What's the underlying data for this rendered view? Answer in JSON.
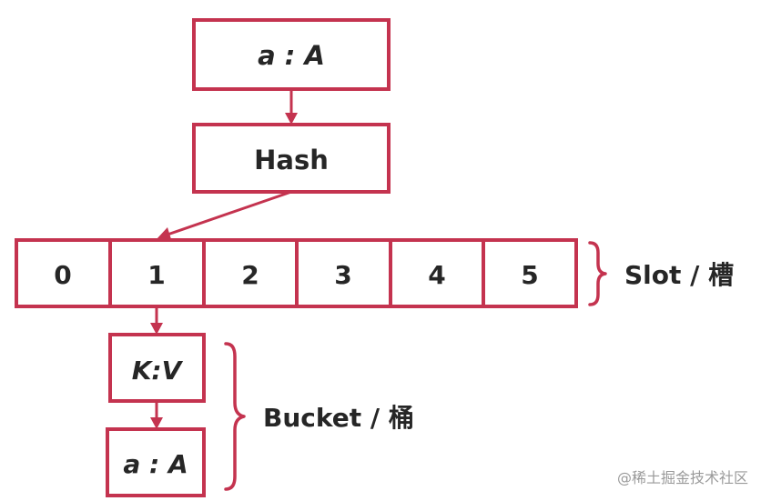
{
  "input_node": {
    "label": "a : A"
  },
  "hash_node": {
    "label": "Hash"
  },
  "slots": {
    "cells": [
      "0",
      "1",
      "2",
      "3",
      "4",
      "5"
    ],
    "label": "Slot / 槽"
  },
  "bucket": {
    "entries": [
      "K:V",
      "a : A"
    ],
    "label": "Bucket / 桶"
  },
  "watermark": "@稀土掘金技术社区",
  "colors": {
    "stroke": "#c4334f",
    "text": "#262626",
    "watermark": "#9a9a9a"
  }
}
